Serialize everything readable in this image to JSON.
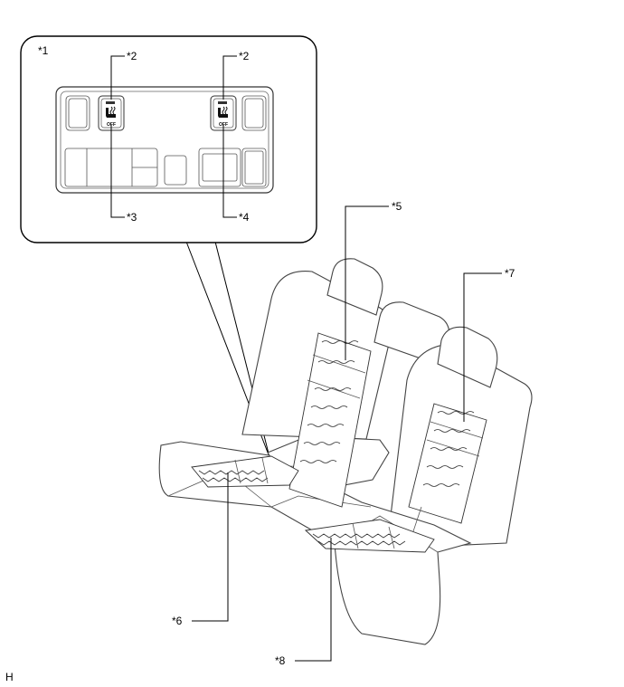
{
  "labels": {
    "l1": "*1",
    "l2a": "*2",
    "l2b": "*2",
    "l3": "*3",
    "l4": "*4",
    "l5": "*5",
    "l6": "*6",
    "l7": "*7",
    "l8": "*8",
    "corner": "H"
  },
  "switch_text": {
    "off_left": "OFF",
    "off_right": "OFF"
  }
}
